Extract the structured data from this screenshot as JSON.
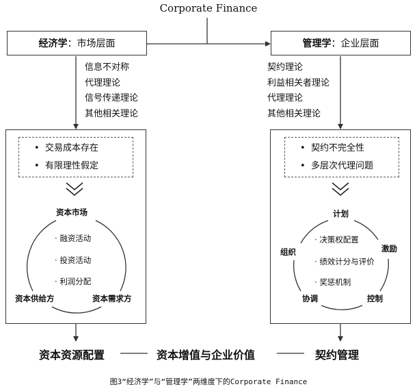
{
  "title": "Corporate Finance",
  "left": {
    "header_bold": "经济学",
    "header_rest": "：市场层面",
    "theories": [
      "信息不对称",
      "代理理论",
      "信号传递理论",
      "其他相关理论"
    ],
    "assumptions": [
      "交易成本存在",
      "有限理性假定"
    ],
    "cycle_top": "资本市场",
    "cycle_items": [
      "融资活动",
      "投资活动",
      "利润分配"
    ],
    "cycle_left": "资本供给方",
    "cycle_right": "资本需求方"
  },
  "right": {
    "header_bold": "管理学",
    "header_rest": "：企业层面",
    "theories": [
      "契约理论",
      "利益相关者理论",
      "代理理论",
      "其他相关理论"
    ],
    "assumptions": [
      "契约不完全性",
      "多层次代理问题"
    ],
    "cycle_top": "计划",
    "cycle_items": [
      "决策权配置",
      "绩效计分与评价",
      "奖惩机制"
    ],
    "cycle_left_upper": "组织",
    "cycle_right_upper": "激励",
    "cycle_left_lower": "协调",
    "cycle_right_lower": "控制"
  },
  "bottom": {
    "left": "资本资源配置",
    "center": "资本增值与企业价值",
    "right": "契约管理"
  },
  "caption": "图3“经济学”与“管理学”两维度下的Corporate Finance"
}
